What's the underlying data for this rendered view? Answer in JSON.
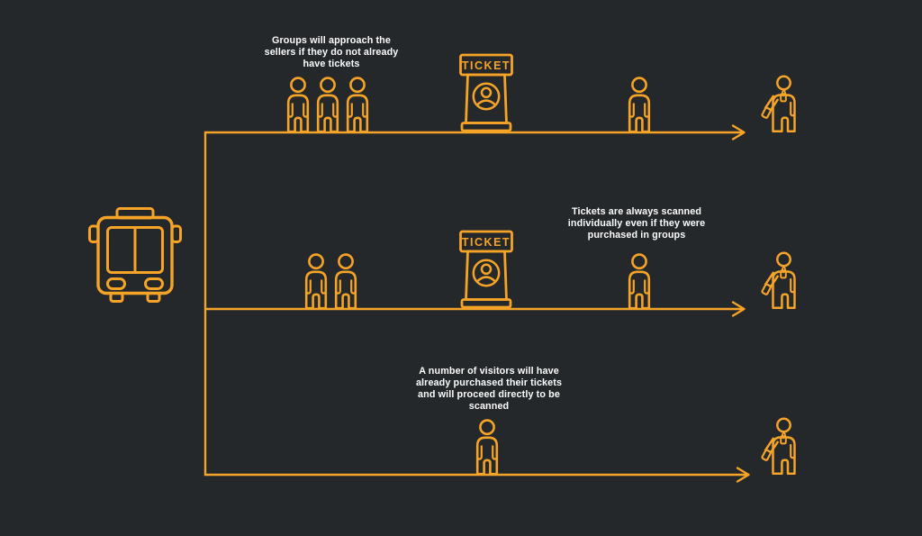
{
  "palette": {
    "background": "#24282B",
    "accent": "#F5A428",
    "annotation_text": "#FCFCFC"
  },
  "rows": [
    {
      "annotation": "Groups will approach the\nsellers if they do not already\nhave tickets",
      "waiting_group_size": 3,
      "booth_sign": "TICKET",
      "single_visitor_after_booth": 1,
      "scanner_staff": 1
    },
    {
      "annotation": "Tickets are always scanned\nindividually even if they were\npurchased in groups",
      "waiting_group_size": 2,
      "booth_sign": "TICKET",
      "single_visitor_after_booth": 1,
      "scanner_staff": 1
    },
    {
      "annotation": "A number of visitors will have\nalready purchased their tickets\nand will proceed directly to be\nscanned",
      "waiting_group_size": 0,
      "single_visitor_after_booth": 1,
      "scanner_staff": 1
    }
  ],
  "icons": {
    "bus": "bus-icon",
    "visitor": "person-icon",
    "ticket_booth": "ticket-booth-icon",
    "scanner_staff": "ticket-scanner-staff-icon",
    "flow_arrow": "flow-arrow"
  }
}
